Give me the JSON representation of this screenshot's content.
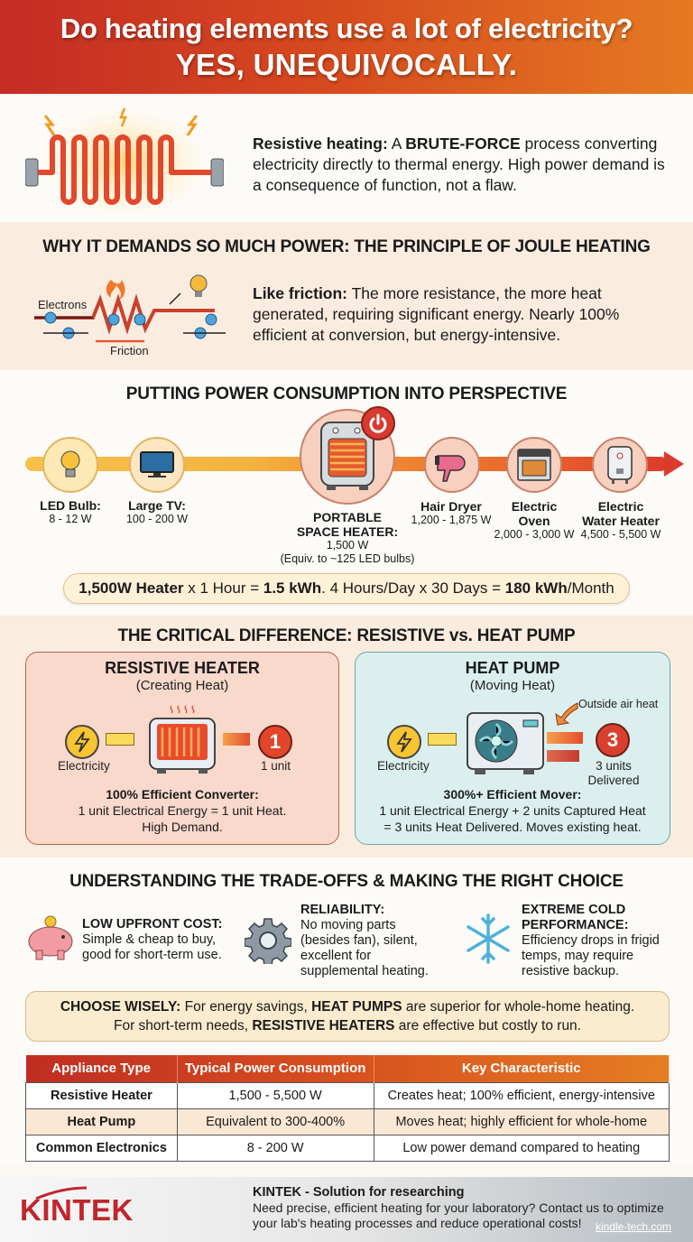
{
  "header": {
    "title": "Do heating elements use a lot of electricity?",
    "subtitle": "YES, UNEQUIVOCALLY."
  },
  "intro": {
    "lead_bold": "Resistive heating:",
    "lead_a": "A",
    "lead_bold2": "BRUTE-FORCE",
    "text": "process converting electricity directly to thermal energy. High power demand is a consequence of function, not a flaw.",
    "icon": "heating-coil-icon"
  },
  "joule": {
    "title": "WHY IT DEMANDS SO MUCH POWER: THE PRINCIPLE OF JOULE HEATING",
    "diagram": {
      "electrons_label": "Electrons",
      "friction_label": "Friction"
    },
    "lead_bold": "Like friction:",
    "text": "The more resistance, the more heat generated, requiring significant energy. Nearly 100% efficient at conversion, but energy-intensive."
  },
  "perspective": {
    "title": "PUTTING POWER CONSUMPTION INTO PERSPECTIVE",
    "items": [
      {
        "name": "LED Bulb:",
        "value": "8 - 12 W",
        "icon": "light-bulb-icon"
      },
      {
        "name": "Large TV:",
        "value": "100 - 200 W",
        "icon": "television-icon"
      },
      {
        "name_line1": "PORTABLE",
        "name_line2": "SPACE HEATER:",
        "value": "1,500 W",
        "note": "(Equiv. to ~125 LED bulbs)",
        "icon": "space-heater-icon",
        "badge_icon": "power-icon"
      },
      {
        "name": "Hair Dryer",
        "value": "1,200 - 1,875 W",
        "icon": "hair-dryer-icon"
      },
      {
        "name_line1": "Electric",
        "name_line2": "Oven",
        "value": "2,000 - 3,000 W",
        "icon": "oven-icon"
      },
      {
        "name_line1": "Electric",
        "name_line2": "Water Heater",
        "value": "4,500 - 5,500 W",
        "icon": "water-heater-icon"
      }
    ],
    "calc": {
      "p1_bold": "1,500W Heater",
      "p2": " x 1 Hour = ",
      "p3_bold": "1.5 kWh",
      "p4": ". 4 Hours/Day x 30 Days = ",
      "p5_bold": "180 kWh",
      "p6": "/Month"
    }
  },
  "difference": {
    "title": "THE CRITICAL DIFFERENCE: RESISTIVE vs. HEAT PUMP",
    "resistive": {
      "title": "RESISTIVE HEATER",
      "subtitle": "(Creating Heat)",
      "input_label": "Electricity",
      "output_number": "1",
      "output_label": "1 unit",
      "foot_bold": "100% Efficient Converter:",
      "foot_line1": "1 unit Electrical Energy = 1 unit Heat.",
      "foot_line2": "High Demand."
    },
    "heat_pump": {
      "title": "HEAT PUMP",
      "subtitle": "(Moving Heat)",
      "input_label": "Electricity",
      "outside_label": "Outside air heat",
      "output_number": "3",
      "output_label_1": "3 units",
      "output_label_2": "Delivered",
      "foot_bold": "300%+ Efficient Mover:",
      "foot_line1": "1 unit Electrical Energy + 2 units Captured Heat",
      "foot_line2": "= 3 units Heat Delivered. Moves existing heat."
    }
  },
  "tradeoffs": {
    "title": "UNDERSTANDING THE TRADE-OFFS & MAKING THE RIGHT CHOICE",
    "items": [
      {
        "heading": "LOW UPFRONT COST:",
        "text_1": "Simple & cheap to buy,",
        "text_2": "good for short-term use.",
        "icon": "piggy-bank-icon"
      },
      {
        "heading": "RELIABILITY:",
        "text_1": "No moving parts",
        "text_2": "(besides fan), silent,",
        "text_3": "excellent for",
        "text_4": "supplemental heating.",
        "icon": "gear-icon"
      },
      {
        "heading_1": "EXTREME COLD",
        "heading_2": "PERFORMANCE:",
        "text_1": "Efficiency drops in frigid",
        "text_2": "temps, may require",
        "text_3": "resistive backup.",
        "icon": "snowflake-icon"
      }
    ],
    "choose": {
      "bold_1": "CHOOSE WISELY:",
      "text_1": " For energy savings, ",
      "bold_2": "HEAT PUMPS",
      "text_2": " are superior for whole-home heating.",
      "text_3": "For short-term needs, ",
      "bold_3": "RESISTIVE HEATERS",
      "text_4": " are effective but costly to run."
    }
  },
  "table": {
    "headers": [
      "Appliance Type",
      "Typical Power Consumption",
      "Key Characteristic"
    ],
    "rows": [
      [
        "Resistive Heater",
        "1,500 - 5,500 W",
        "Creates heat; 100% efficient, energy-intensive"
      ],
      [
        "Heat Pump",
        "Equivalent to 300-400%",
        "Moves heat; highly efficient for whole-home"
      ],
      [
        "Common Electronics",
        "8 - 200 W",
        "Low power demand compared to heating"
      ]
    ]
  },
  "footer": {
    "logo": "KINTEK",
    "title": "KINTEK - Solution for researching",
    "text": "Need precise, efficient heating for your laboratory? Contact us to optimize your lab's heating processes and reduce operational costs!",
    "link": "kindle-tech.com"
  },
  "colors": {
    "header_start": "#c42c25",
    "header_end": "#e57a22",
    "accent_red": "#c0262d",
    "section_tint": "#fbece0",
    "heat_pump_card": "#dcefef",
    "resistive_card": "#f9d9cc"
  }
}
